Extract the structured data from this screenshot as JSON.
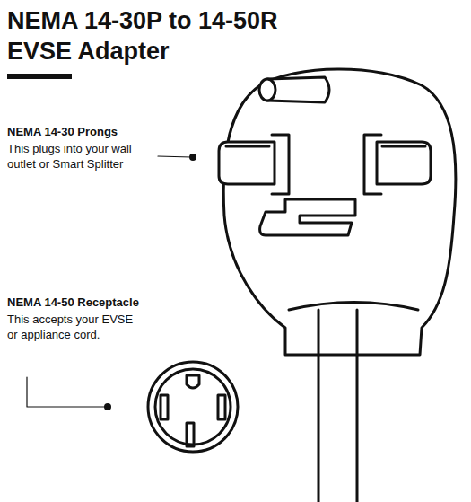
{
  "diagram": {
    "title": "NEMA 14-30P to 14-50R EVSE Adapter",
    "labels": [
      "NEMA 14-30 Prongs",
      "This plugs into your wall outlet or Smart Splitter",
      "NEMA 14-50 Receptacle",
      "This accepts your EVSE or appliance cord."
    ]
  }
}
